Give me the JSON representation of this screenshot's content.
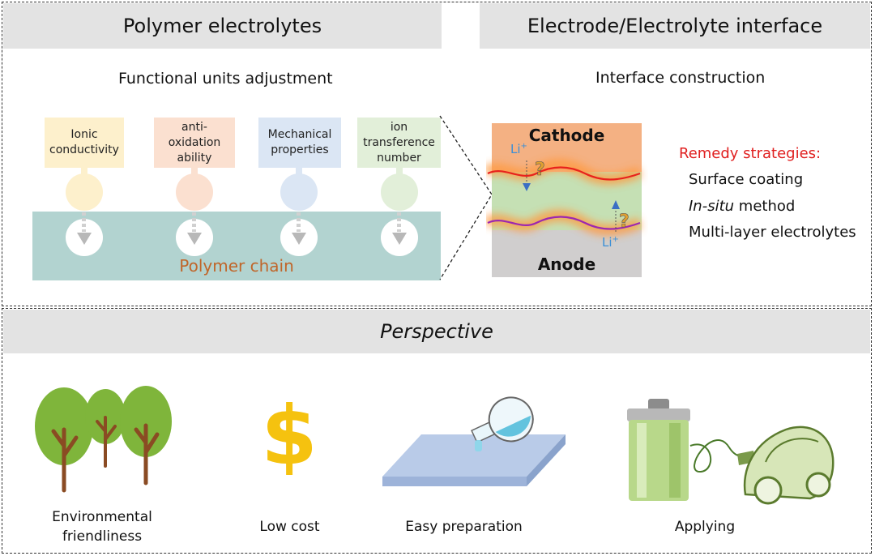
{
  "left_panel": {
    "title": "Polymer electrolytes",
    "subtitle": "Functional units adjustment",
    "units": [
      {
        "label": "Ionic conductivity",
        "box_color": "#fdf0cc",
        "knob_color": "#fdf0cc"
      },
      {
        "label": "anti-oxidation ability",
        "box_color": "#fbe0d0",
        "knob_color": "#fbe0d0"
      },
      {
        "label": "Mechanical properties",
        "box_color": "#dbe6f4",
        "knob_color": "#dbe6f4"
      },
      {
        "label": "ion transference number",
        "box_color": "#e2efd9",
        "knob_color": "#e2efd9"
      }
    ],
    "chain_label": "Polymer chain"
  },
  "right_panel": {
    "title": "Electrode/Electrolyte interface",
    "subtitle": "Interface construction",
    "cathode_label": "Cathode",
    "anode_label": "Anode",
    "li_ion_top": "Li",
    "li_ion_bottom": "Li",
    "li_charge": "+",
    "question_icon": "question-mark-icon",
    "remedy_title": "Remedy strategies:",
    "remedies": [
      "Surface coating",
      "method",
      "Multi-layer electrolytes"
    ],
    "remedy_italic_prefix": "In-situ",
    "colors": {
      "cathode": "#f4b183",
      "electrolyte": "#c5e0b4",
      "anode": "#d0cece",
      "remedy": "#e02020"
    }
  },
  "perspective": {
    "title": "Perspective",
    "items": [
      {
        "caption": "Environmental friendliness",
        "icon": "trees-icon"
      },
      {
        "caption": "Low cost",
        "icon": "dollar-icon"
      },
      {
        "caption": "Easy preparation",
        "icon": "pouring-flask-icon"
      },
      {
        "caption": "Applying",
        "icon": "battery-car-icon"
      }
    ]
  }
}
